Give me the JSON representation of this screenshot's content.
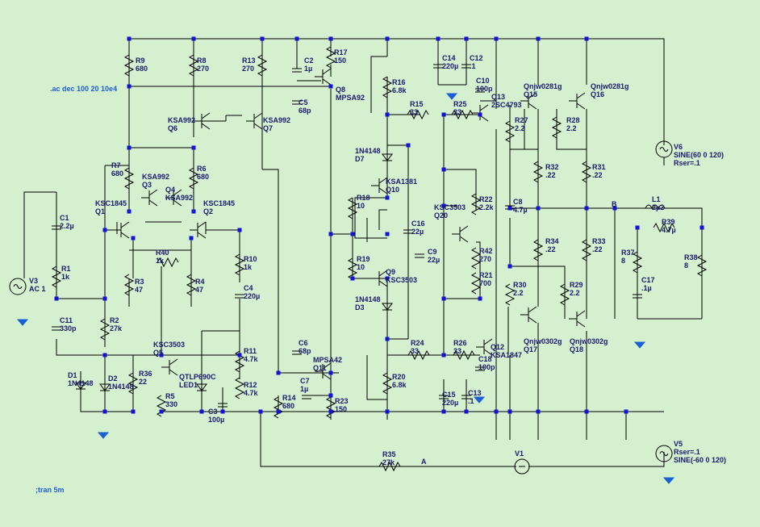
{
  "directives": {
    "ac": ".ac dec 100 20 10e4",
    "tran": ";tran 5m"
  },
  "net_labels": {
    "a": "A",
    "b": "B"
  },
  "components": {
    "R9": [
      "R9",
      "680"
    ],
    "R8": [
      "R8",
      "270"
    ],
    "R13": [
      "R13",
      "270"
    ],
    "R17": [
      "R17",
      "150"
    ],
    "R16": [
      "R16",
      "6.8k"
    ],
    "R15": [
      "R15",
      "33"
    ],
    "R25": [
      "R25",
      "33"
    ],
    "R27": [
      "R27",
      "2.2"
    ],
    "R28": [
      "R28",
      "2.2"
    ],
    "R7": [
      "R7",
      "680"
    ],
    "R6": [
      "R6",
      "680"
    ],
    "R18": [
      "R18",
      "10"
    ],
    "R22": [
      "R22",
      "2.2k"
    ],
    "R32": [
      "R32",
      ".22"
    ],
    "R31": [
      "R31",
      ".22"
    ],
    "R39": [
      "R39",
      "4.7µ"
    ],
    "R40": [
      "R40",
      "1k"
    ],
    "R10": [
      "R10",
      "1k"
    ],
    "R3": [
      "R3",
      "47"
    ],
    "R4": [
      "R4",
      "47"
    ],
    "R19": [
      "R19",
      "10"
    ],
    "R42": [
      "R42",
      "270"
    ],
    "R21": [
      "R21",
      "700"
    ],
    "R34": [
      "R34",
      ".22"
    ],
    "R33": [
      "R33",
      ".22"
    ],
    "R37": [
      "R37",
      "8"
    ],
    "R38": [
      "R38",
      "8"
    ],
    "R1": [
      "R1",
      "1k"
    ],
    "R2": [
      "R2",
      "27k"
    ],
    "R30": [
      "R30",
      "2.2"
    ],
    "R29": [
      "R29",
      "2.2"
    ],
    "R11": [
      "R11",
      "4.7k"
    ],
    "R12": [
      "R12",
      "4.7k"
    ],
    "R24": [
      "R24",
      "33"
    ],
    "R26": [
      "R26",
      "33"
    ],
    "R36": [
      "R36",
      "22"
    ],
    "R5": [
      "R5",
      "330"
    ],
    "R20": [
      "R20",
      "6.8k"
    ],
    "R14": [
      "R14",
      "680"
    ],
    "R23": [
      "R23",
      "150"
    ],
    "R35": [
      "R35",
      "27k"
    ],
    "C2": [
      "C2",
      "1µ"
    ],
    "C5": [
      "C5",
      "68p"
    ],
    "C14": [
      "C14",
      "220µ"
    ],
    "C12": [
      "C12",
      ".1"
    ],
    "C10": [
      "C10",
      "100p"
    ],
    "C16": [
      "C16",
      "22µ"
    ],
    "C9": [
      "C9",
      "22µ"
    ],
    "C8": [
      "C8",
      "4.7µ"
    ],
    "C1": [
      "C1",
      "2.2µ"
    ],
    "C4": [
      "C4",
      "220µ"
    ],
    "C11": [
      "C11",
      "330p"
    ],
    "C17": [
      "C17",
      ".1µ"
    ],
    "C6": [
      "C6",
      "68p"
    ],
    "C7": [
      "C7",
      "1µ"
    ],
    "C3": [
      "C3",
      "100µ"
    ],
    "C15": [
      "C15",
      "220µ"
    ],
    "C13": [
      "C13",
      ".1"
    ],
    "C18": [
      "C18",
      "100p"
    ],
    "Q8": [
      "Q8",
      "MPSA92"
    ],
    "Q6": [
      "KSA992",
      "Q6"
    ],
    "Q7": [
      "KSA992",
      "Q7"
    ],
    "Q13": [
      "Q13",
      "2SC4793"
    ],
    "Q15": [
      "Qnjw0281g",
      "Q15"
    ],
    "Q16": [
      "Qnjw0281g",
      "Q16"
    ],
    "Q10": [
      "KSA1381",
      "Q10"
    ],
    "Q3": [
      "KSA992",
      "Q3"
    ],
    "Q4": [
      "Q4",
      "KSA992"
    ],
    "Q1": [
      "KSC1845",
      "Q1"
    ],
    "Q2": [
      "KSC1845",
      "Q2"
    ],
    "Q20": [
      "KSC3503",
      "Q20"
    ],
    "Q9": [
      "Q9",
      "KSC3503"
    ],
    "Q5": [
      "KSC3503",
      "Q5"
    ],
    "Q11": [
      "MPSA42",
      "Q11"
    ],
    "Q12": [
      "Q12",
      "KSA1847"
    ],
    "Q17": [
      "Qnjw0302g",
      "Q17"
    ],
    "Q18": [
      "Qnjw0302g",
      "Q18"
    ],
    "D7": [
      "1N4148",
      "D7"
    ],
    "D3": [
      "1N4148",
      "D3"
    ],
    "D1": [
      "D1",
      "1N4148"
    ],
    "D2": [
      "D2",
      "1N4148"
    ],
    "LED1": [
      "QTLP690C",
      "LED1"
    ],
    "L1": [
      "L1",
      "2µ2"
    ],
    "V6": [
      "V6",
      "SINE(60 0 120)",
      "Rser=.1"
    ],
    "V5": [
      "V5",
      "Rser=.1",
      "SINE(-60 0 120)"
    ],
    "V3": [
      "V3",
      "AC 1"
    ],
    "V1": [
      "V1"
    ]
  }
}
